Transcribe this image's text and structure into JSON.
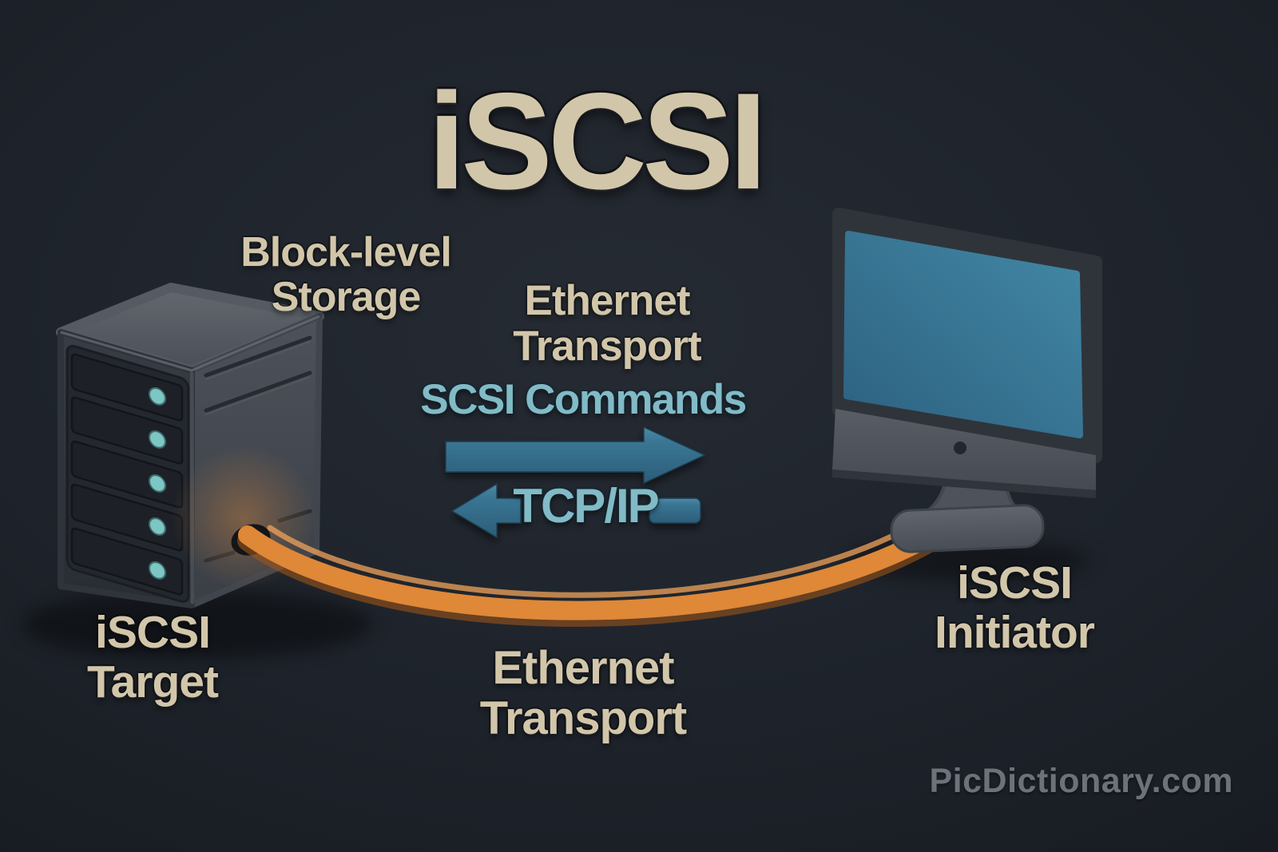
{
  "title": "iSCSI",
  "labels": {
    "block_storage": "Block-level\nStorage",
    "ethernet_top": "Ethernet\nTransport",
    "scsi_commands": "SCSI Commands",
    "tcp_ip": "TCP/IP",
    "target": "iSCSI\nTarget",
    "ethernet_bottom": "Ethernet\nTransport",
    "initiator": "iSCSI\nInitiator"
  },
  "watermark": "PicDictionary.com",
  "colors": {
    "background": "#1e232b",
    "heading_text": "#d2c6aa",
    "teal_text": "#82bac6",
    "arrow_fill": "#356f8b",
    "cable": "#de8838",
    "cable_shadow": "#9c5519",
    "cable_highlight": "#f0a35a",
    "screen": "#35708e",
    "led": "#7cc6c4",
    "server_body": "#3a3f47",
    "watermark": "#6d727a"
  },
  "icons": {
    "server": "iscsi-target-server-icon",
    "monitor": "iscsi-initiator-computer-icon",
    "cable": "ethernet-cable",
    "arrow_right": "scsi-commands-arrow-right-icon",
    "arrow_left": "tcpip-arrow-left-icon"
  }
}
